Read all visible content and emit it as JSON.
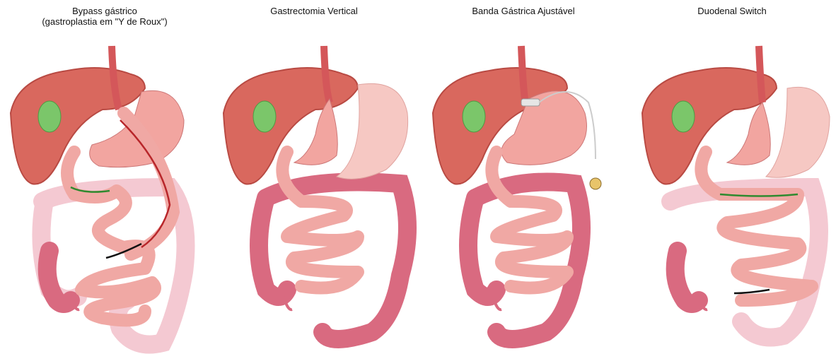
{
  "panels": [
    {
      "id": "bypass",
      "title_line1": "Bypass gástrico",
      "title_line2": "(gastroplastia em \"Y de Roux\")"
    },
    {
      "id": "sleeve",
      "title_line1": "Gastrectomia Vertical",
      "title_line2": ""
    },
    {
      "id": "band",
      "title_line1": "Banda Gástrica Ajustável",
      "title_line2": ""
    },
    {
      "id": "duodenal",
      "title_line1": "Duodenal Switch",
      "title_line2": ""
    }
  ],
  "colors": {
    "liver": "#d9685e",
    "liver_dark": "#b84a43",
    "stomach": "#f2a5a0",
    "stomach_pale": "#f6c8c3",
    "intestine": "#f0a8a4",
    "colon": "#d96a80",
    "colon_pale": "#f4c9d2",
    "gallbladder": "#7bc66a",
    "esophagus": "#d4575a",
    "green_arrow": "#2f8a2f",
    "red_arrow": "#b8262a",
    "black_arrow": "#111111"
  }
}
